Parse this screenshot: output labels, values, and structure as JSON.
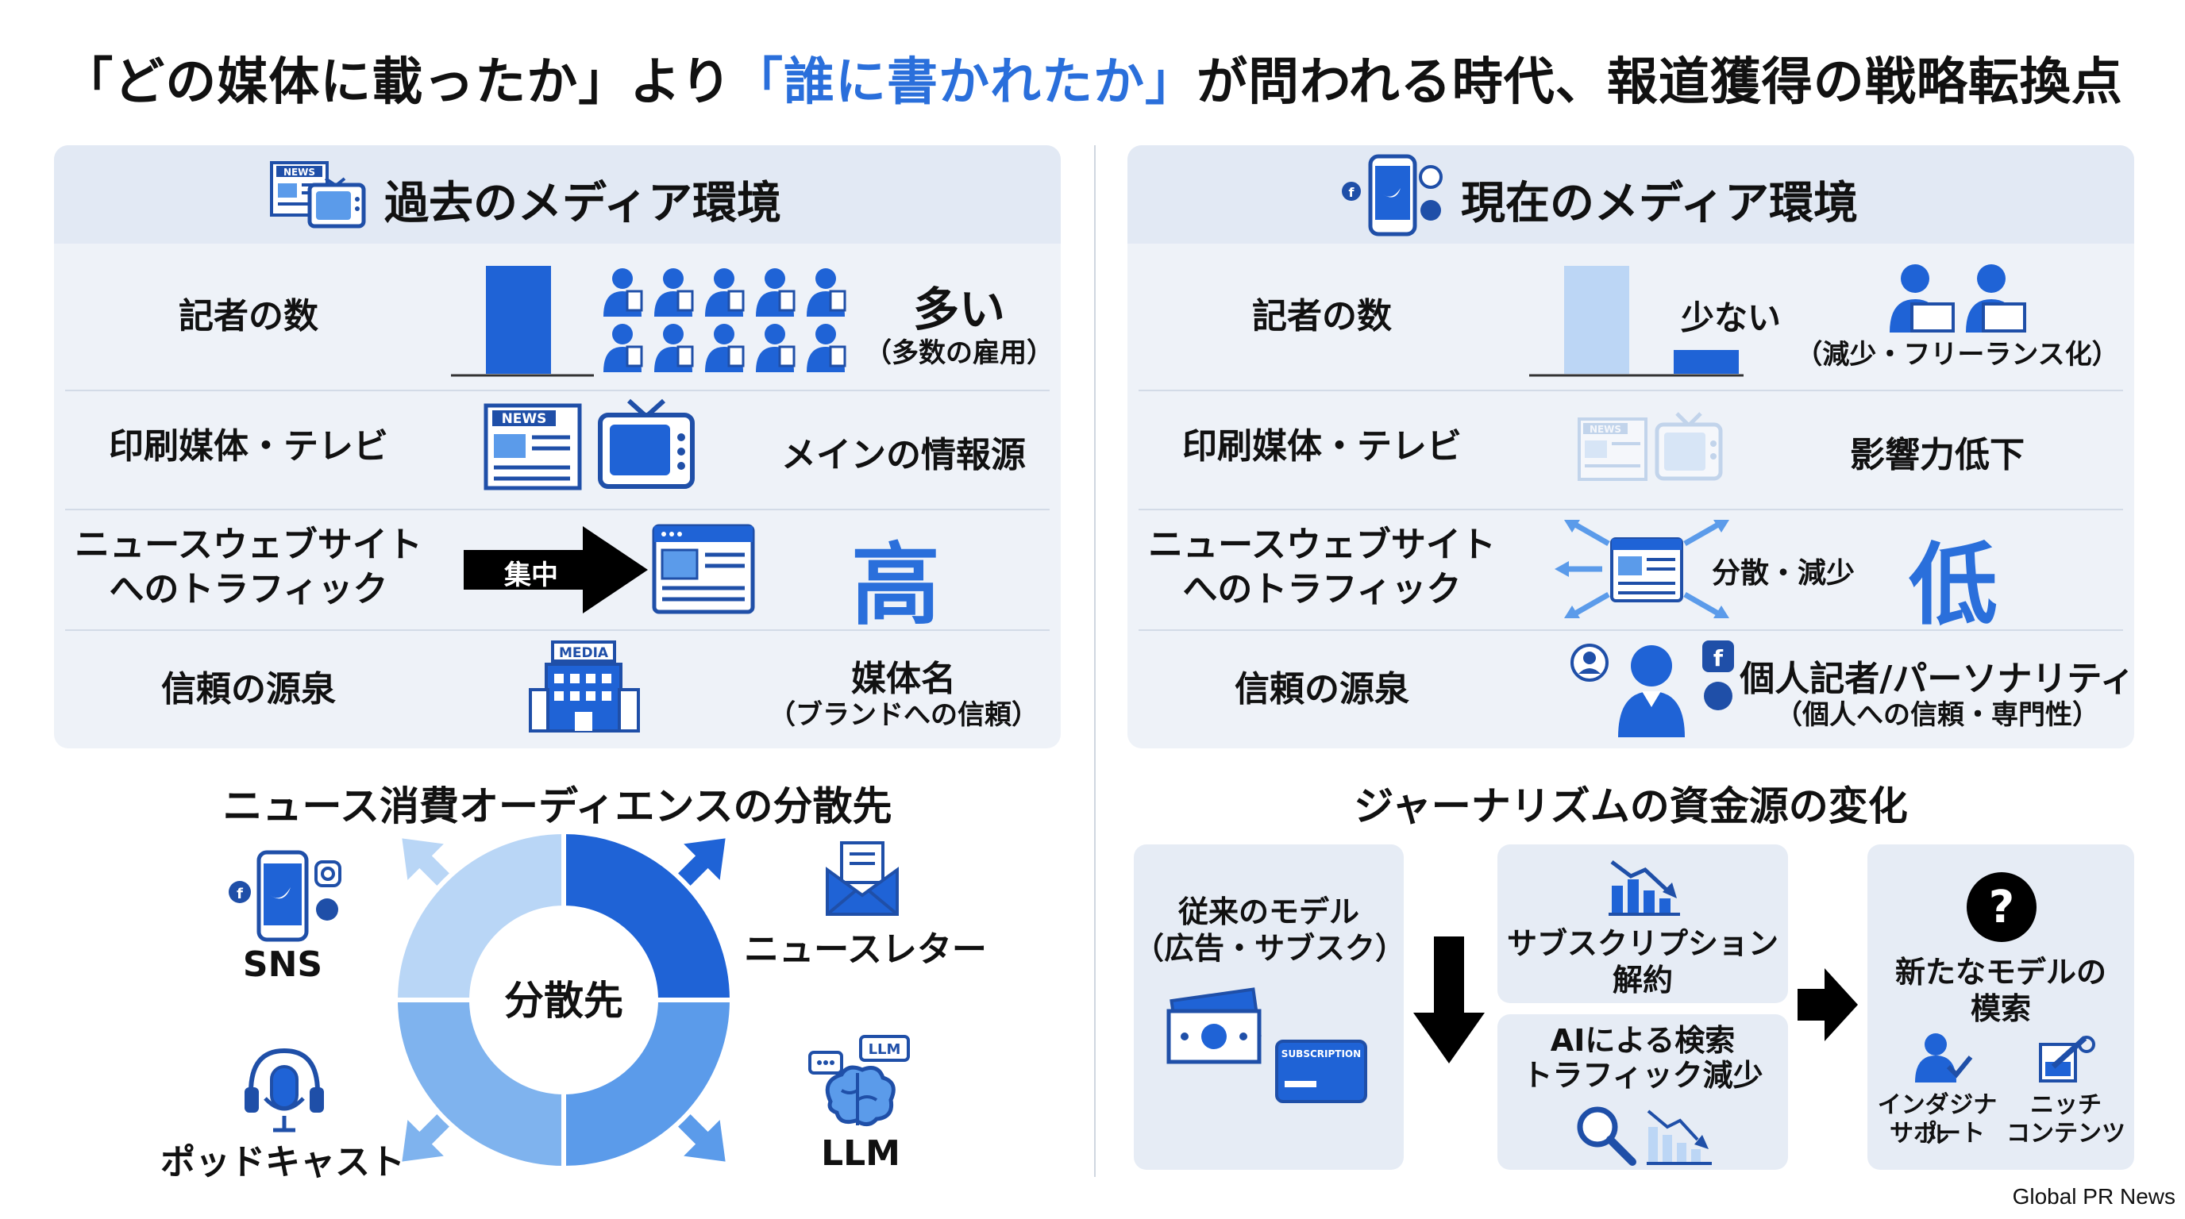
{
  "title": {
    "prefix": "「どの媒体に載ったか」より",
    "highlight": "「誰に書かれたか」",
    "suffix": "が問われる時代、報道獲得の戦略転換点"
  },
  "past": {
    "heading": "過去のメディア環境",
    "rows": {
      "journalists": {
        "label": "記者の数",
        "value": "多い",
        "note": "（多数の雇用）"
      },
      "print_tv": {
        "label": "印刷媒体・テレビ",
        "value": "メインの情報源"
      },
      "web_traffic": {
        "label_line1": "ニュースウェブサイト",
        "label_line2": "へのトラフィック",
        "arrow_label": "集中",
        "value": "高"
      },
      "trust": {
        "label": "信頼の源泉",
        "value": "媒体名",
        "note": "（ブランドへの信頼）"
      }
    },
    "news_badge": "NEWS",
    "media_badge": "MEDIA"
  },
  "present": {
    "heading": "現在のメディア環境",
    "rows": {
      "journalists": {
        "label": "記者の数",
        "value": "少ない",
        "note": "（減少・フリーランス化）"
      },
      "print_tv": {
        "label": "印刷媒体・テレビ",
        "value": "影響力低下"
      },
      "web_traffic": {
        "label_line1": "ニュースウェブサイト",
        "label_line2": "へのトラフィック",
        "arrow_label": "分散・減少",
        "value": "低"
      },
      "trust": {
        "label": "信頼の源泉",
        "value": "個人記者/パーソナリティ",
        "note": "（個人への信頼・専門性）"
      }
    },
    "news_badge": "NEWS"
  },
  "chart_data": {
    "type": "pie",
    "title": "ニュース消費オーディエンスの分散先",
    "center_label": "分散先",
    "slices": [
      {
        "name": "ニュースレター",
        "value": 25,
        "color": "#1f63d6"
      },
      {
        "name": "LLM",
        "value": 25,
        "color": "#5b9bea"
      },
      {
        "name": "ポッドキャスト",
        "value": 25,
        "color": "#7fb3ee"
      },
      {
        "name": "SNS",
        "value": 25,
        "color": "#b9d6f6"
      }
    ]
  },
  "funding": {
    "title": "ジャーナリズムの資金源の変化",
    "traditional_line1": "従来のモデル",
    "traditional_line2": "（広告・サブスク）",
    "subscription_badge": "SUBSCRIPTION",
    "sub_cancel_line1": "サブスクリプション",
    "sub_cancel_line2": "解約",
    "ai_line1": "AIによる検索",
    "ai_line2": "トラフィック減少",
    "new_model_line1": "新たなモデルの",
    "new_model_line2": "模索",
    "indirect_line1": "インダジナル",
    "indirect_line2": "サポート",
    "niche_line1": "ニッチ",
    "niche_line2": "コンテンツ",
    "llm_badge": "LLM"
  },
  "footer": {
    "credit": "Global PR News"
  },
  "colors": {
    "accent": "#2a6fdb",
    "dark_blue": "#1f4fa8",
    "pale": "#bcd6f5",
    "panel": "#eef2f8"
  }
}
